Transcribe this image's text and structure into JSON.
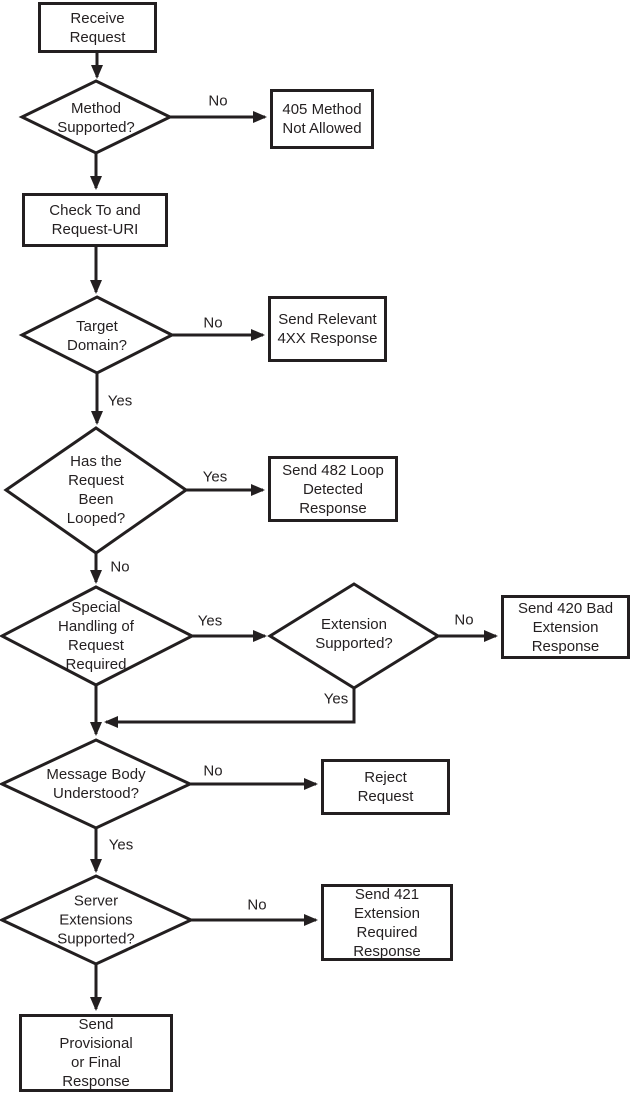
{
  "colors": {
    "ink": "#231f20",
    "background": "#ffffff"
  },
  "nodes": {
    "receive": {
      "type": "process",
      "label": "Receive\nRequest"
    },
    "method": {
      "type": "decision",
      "label": "Method\nSupported?"
    },
    "m405": {
      "type": "process",
      "label": "405 Method\nNot Allowed"
    },
    "check": {
      "type": "process",
      "label": "Check To and\nRequest-URI"
    },
    "target": {
      "type": "decision",
      "label": "Target\nDomain?"
    },
    "relevant4xx": {
      "type": "process",
      "label": "Send Relevant\n4XX Response"
    },
    "looped": {
      "type": "decision",
      "label": "Has the\nRequest\nBeen\nLooped?"
    },
    "loop482": {
      "type": "process",
      "label": "Send 482 Loop\nDetected\nResponse"
    },
    "special": {
      "type": "decision",
      "label": "Special\nHandling of\nRequest\nRequired"
    },
    "extension": {
      "type": "decision",
      "label": "Extension\nSupported?"
    },
    "bad420": {
      "type": "process",
      "label": "Send 420 Bad\nExtension\nResponse"
    },
    "message": {
      "type": "decision",
      "label": "Message Body\nUnderstood?"
    },
    "reject": {
      "type": "process",
      "label": "Reject\nRequest"
    },
    "server": {
      "type": "decision",
      "label": "Server\nExtensions\nSupported?"
    },
    "req421": {
      "type": "process",
      "label": "Send 421\nExtension\nRequired\nResponse"
    },
    "final": {
      "type": "process",
      "label": "Send\nProvisional\nor Final\nResponse"
    }
  },
  "edge_labels": {
    "method_no": "No",
    "target_no": "No",
    "target_yes": "Yes",
    "looped_yes": "Yes",
    "looped_no": "No",
    "special_yes": "Yes",
    "extension_no": "No",
    "extension_yes": "Yes",
    "message_no": "No",
    "message_yes": "Yes",
    "server_no": "No"
  }
}
